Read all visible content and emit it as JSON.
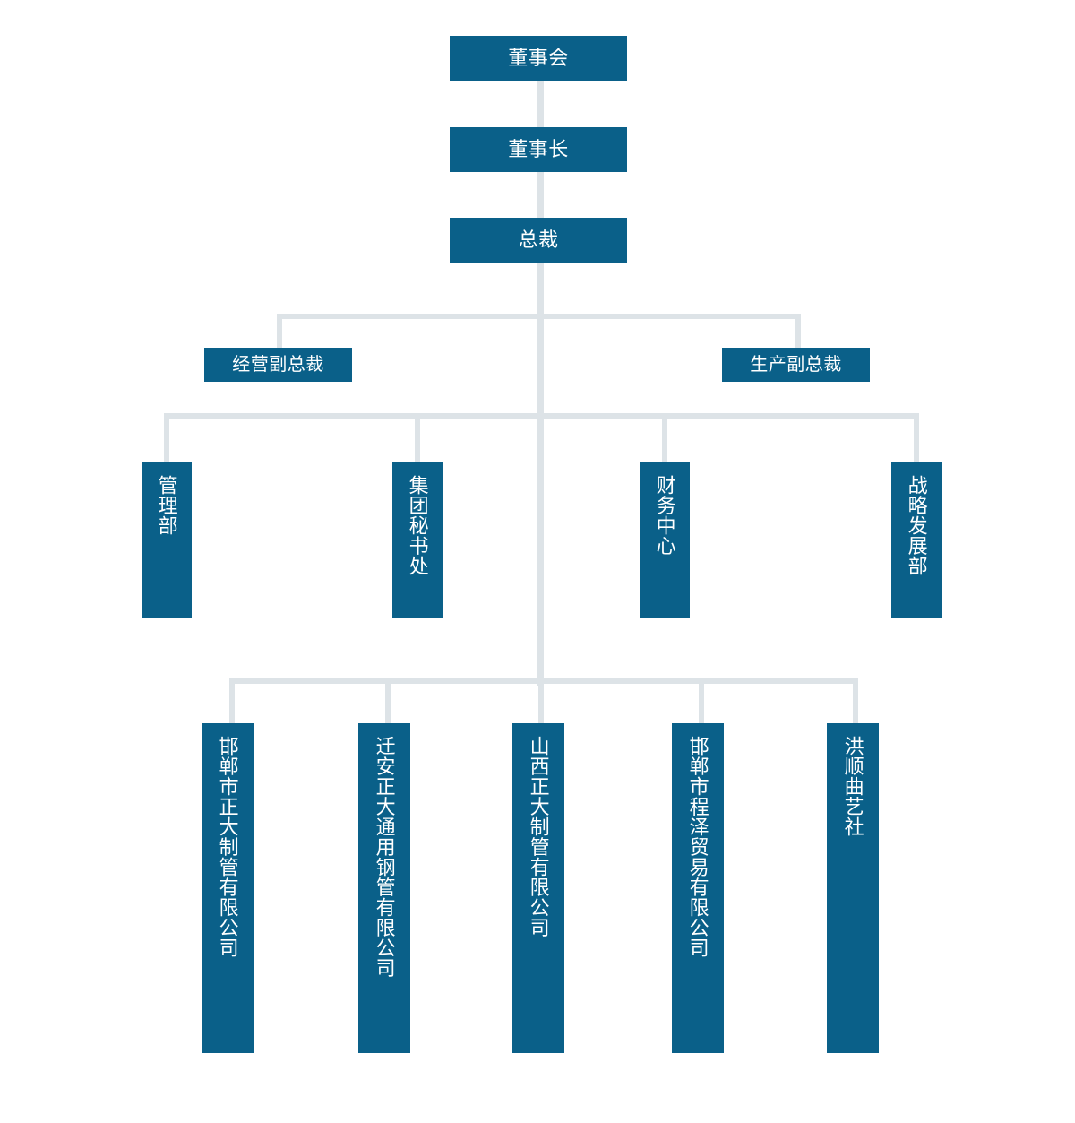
{
  "meta": {
    "title": "组织结构图",
    "accent_color": "#0a6089",
    "connector_color": "#dde3e7",
    "background_color": "#ffffff",
    "text_color": "#ffffff"
  },
  "org_chart": {
    "levels": [
      {
        "level": 1,
        "nodes": [
          {
            "id": "board",
            "label": "董事会"
          }
        ]
      },
      {
        "level": 2,
        "nodes": [
          {
            "id": "chairman",
            "label": "董事长"
          }
        ]
      },
      {
        "level": 3,
        "nodes": [
          {
            "id": "president",
            "label": "总裁"
          }
        ]
      },
      {
        "level": 4,
        "nodes": [
          {
            "id": "vp-operations",
            "label": "经营副总裁"
          },
          {
            "id": "vp-production",
            "label": "生产副总裁"
          }
        ]
      },
      {
        "level": 5,
        "nodes": [
          {
            "id": "dept-management",
            "label": "管理部"
          },
          {
            "id": "dept-secretariat",
            "label": "集团秘书处"
          },
          {
            "id": "dept-finance",
            "label": "财务中心"
          },
          {
            "id": "dept-strategy",
            "label": "战略发展部"
          }
        ]
      },
      {
        "level": 6,
        "nodes": [
          {
            "id": "sub-handan-zhengda",
            "label": "邯郸市正大制管有限公司"
          },
          {
            "id": "sub-qianan-zhengda",
            "label": "迁安正大通用钢管有限公司"
          },
          {
            "id": "sub-shanxi-zhengda",
            "label": "山西正大制管有限公司"
          },
          {
            "id": "sub-handan-chengze",
            "label": "邯郸市程泽贸易有限公司"
          },
          {
            "id": "sub-hongshun",
            "label": "洪顺曲艺社"
          }
        ]
      }
    ]
  }
}
